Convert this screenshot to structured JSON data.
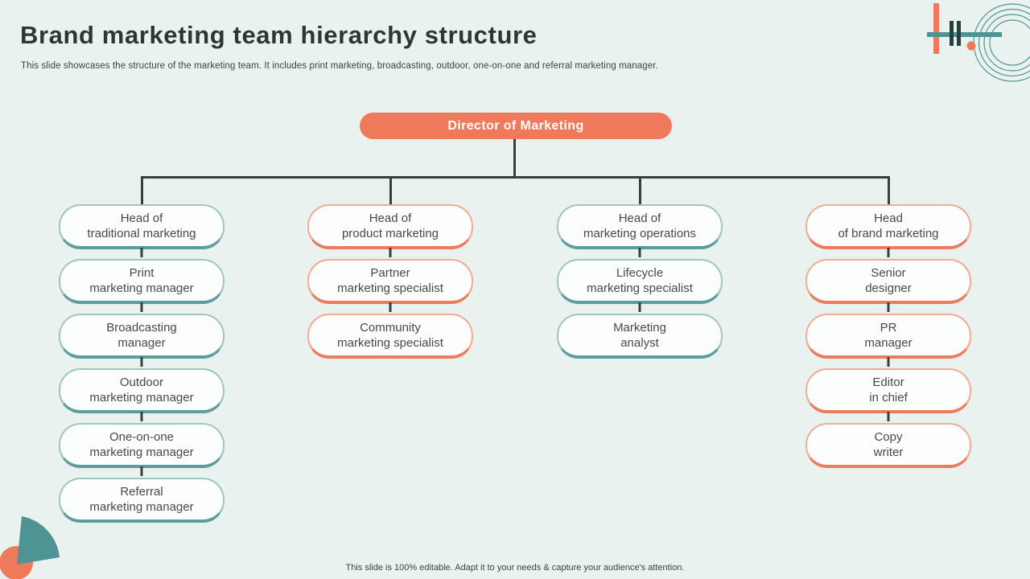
{
  "slide": {
    "title": "Brand marketing team hierarchy structure",
    "subtitle": "This slide showcases the structure of the marketing team. It includes print marketing, broadcasting, outdoor, one-on-one and referral marketing manager.",
    "footer": "This slide is 100% editable. Adapt it to your needs & capture your audience's attention."
  },
  "chart": {
    "type": "org-hierarchy",
    "root_label": "Director of Marketing",
    "columns": [
      {
        "accent": "teal",
        "items": [
          "Head of\ntraditional marketing",
          "Print\nmarketing manager",
          "Broadcasting\nmanager",
          "Outdoor\nmarketing manager",
          "One-on-one\nmarketing manager",
          "Referral\nmarketing manager"
        ]
      },
      {
        "accent": "coral",
        "items": [
          "Head of\nproduct marketing",
          "Partner\nmarketing specialist",
          "Community\nmarketing specialist"
        ]
      },
      {
        "accent": "teal",
        "items": [
          "Head of\nmarketing operations",
          "Lifecycle\nmarketing specialist",
          "Marketing\nanalyst"
        ]
      },
      {
        "accent": "coral",
        "items": [
          "Head\nof brand marketing",
          "Senior\ndesigner",
          "PR\nmanager",
          "Editor\nin chief",
          "Copy\nwriter"
        ]
      }
    ]
  },
  "colors": {
    "background": "#eaf2ef",
    "coral": "#ee7a5b",
    "teal": "#4f9494",
    "teal_dark_bar": "#27403f",
    "node_teal_border": "#5d9e9c",
    "node_coral_border": "#ec7c5c",
    "connector": "#3a3e3d",
    "text_dark": "#2f3534"
  }
}
